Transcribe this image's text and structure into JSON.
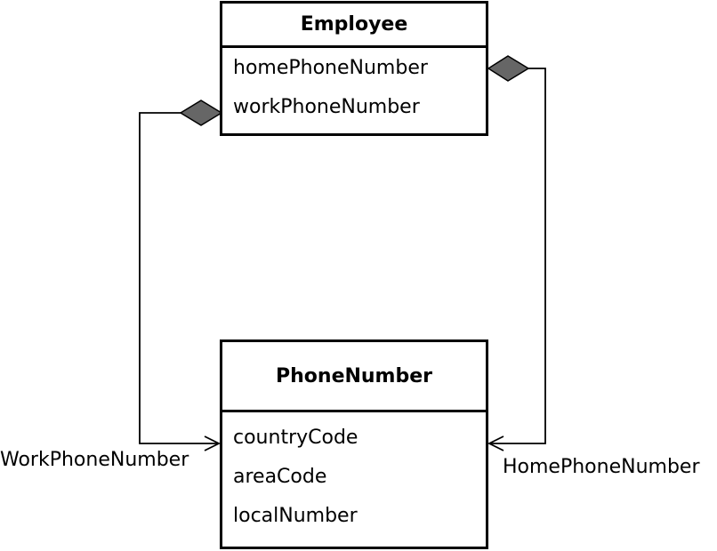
{
  "classes": {
    "employee": {
      "name": "Employee",
      "attributes": [
        "homePhoneNumber",
        "workPhoneNumber"
      ]
    },
    "phone_number": {
      "name": "PhoneNumber",
      "attributes": [
        "countryCode",
        "areaCode",
        "localNumber"
      ]
    }
  },
  "associations": {
    "work": {
      "label": "WorkPhoneNumber",
      "type": "composition"
    },
    "home": {
      "label": "HomePhoneNumber",
      "type": "composition"
    }
  },
  "colors": {
    "diamond_fill": "#666666",
    "stroke": "#000000"
  }
}
